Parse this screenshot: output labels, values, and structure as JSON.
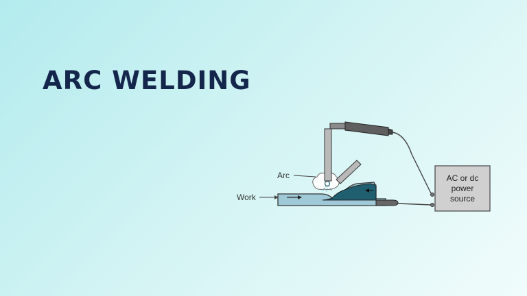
{
  "title": "ARC WELDING",
  "diagram": {
    "labels": {
      "arc": "Arc",
      "work": "Work",
      "power_source": [
        "AC or dc",
        "power",
        "source"
      ]
    }
  },
  "colors": {
    "title": "#14264b",
    "weld_pool": "#1f5f70",
    "workpiece": "#9fc9d6",
    "equipment": "#8a8a8a",
    "power_box": "#d0d0d0"
  }
}
